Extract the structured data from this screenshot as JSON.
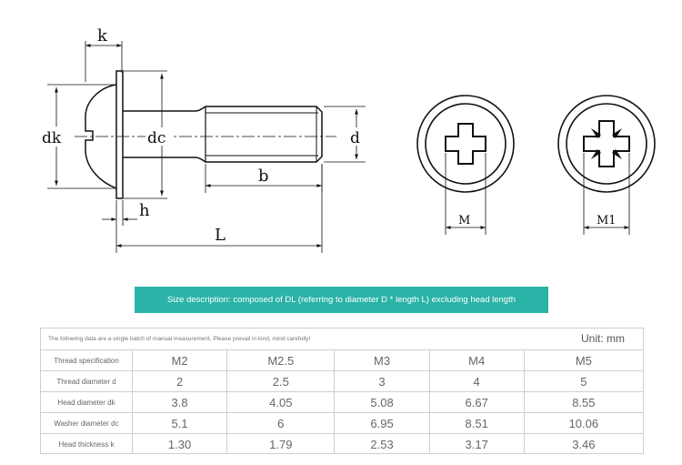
{
  "diagram": {
    "labels": {
      "k": "k",
      "dk": "dk",
      "dc": "dc",
      "d": "d",
      "b": "b",
      "h": "h",
      "L": "L",
      "M": "M",
      "M1": "M1"
    }
  },
  "banner": {
    "text": "Size description: composed of DL (referring to diameter D * length L) excluding head length"
  },
  "table": {
    "note": "The following data are a single batch of manual measurement, Please prevail in kind, mind carefully!",
    "unit": "Unit: mm",
    "rows": [
      {
        "label": "Thread specification",
        "values": [
          "M2",
          "M2.5",
          "M3",
          "M4",
          "M5"
        ]
      },
      {
        "label": "Thread diameter d",
        "values": [
          "2",
          "2.5",
          "3",
          "4",
          "5"
        ]
      },
      {
        "label": "Head diameter dk",
        "values": [
          "3.8",
          "4.05",
          "5.08",
          "6.67",
          "8.55"
        ]
      },
      {
        "label": "Washer diameter dc",
        "values": [
          "5.1",
          "6",
          "6.95",
          "8.51",
          "10.06"
        ]
      },
      {
        "label": "Head thickness k",
        "values": [
          "1.30",
          "1.79",
          "2.53",
          "3.17",
          "3.46"
        ]
      }
    ]
  }
}
